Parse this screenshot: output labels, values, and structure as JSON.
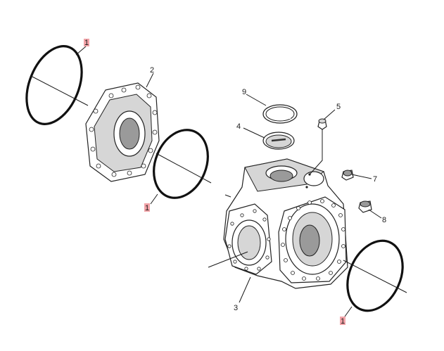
{
  "callouts": {
    "c1a": "1",
    "c1b": "1",
    "c1c": "1",
    "c2": "2",
    "c3": "3",
    "c4": "4",
    "c5": "5",
    "c7": "7",
    "c8": "8",
    "c9": "9"
  },
  "colors": {
    "highlight": "#f2a3a8",
    "ink": "#1a1a1a"
  }
}
